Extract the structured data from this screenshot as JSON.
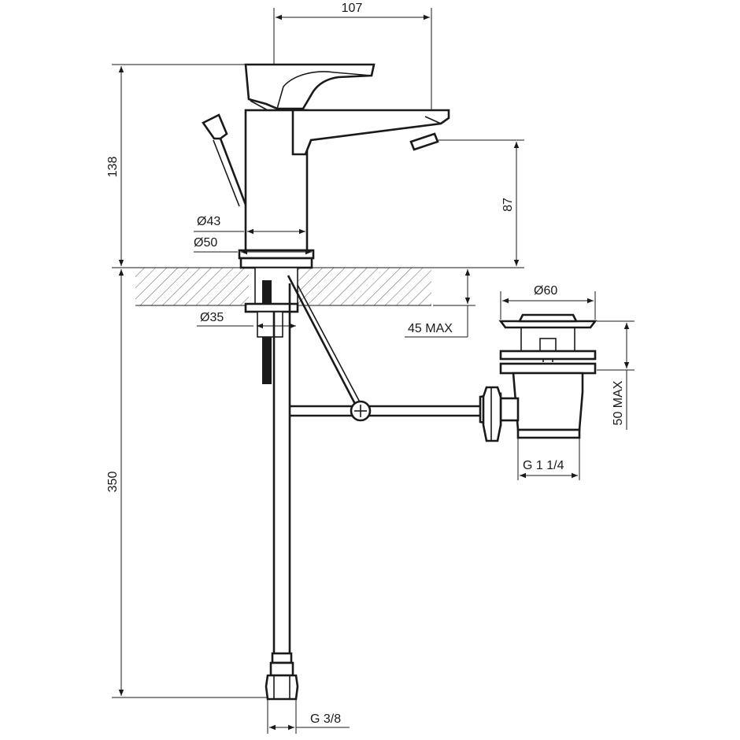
{
  "drawing": {
    "dimensions": {
      "spout_reach": "107",
      "overall_height": "138",
      "spout_height": "87",
      "body_diameter": "Ø43",
      "base_diameter": "Ø50",
      "hole_diameter": "Ø35",
      "deck_thickness": "45 MAX",
      "flexible_length": "350",
      "supply_thread": "G 3/8",
      "waste_cap_diameter": "Ø60",
      "waste_thickness": "50 MAX",
      "waste_thread": "G 1 1/4"
    }
  }
}
